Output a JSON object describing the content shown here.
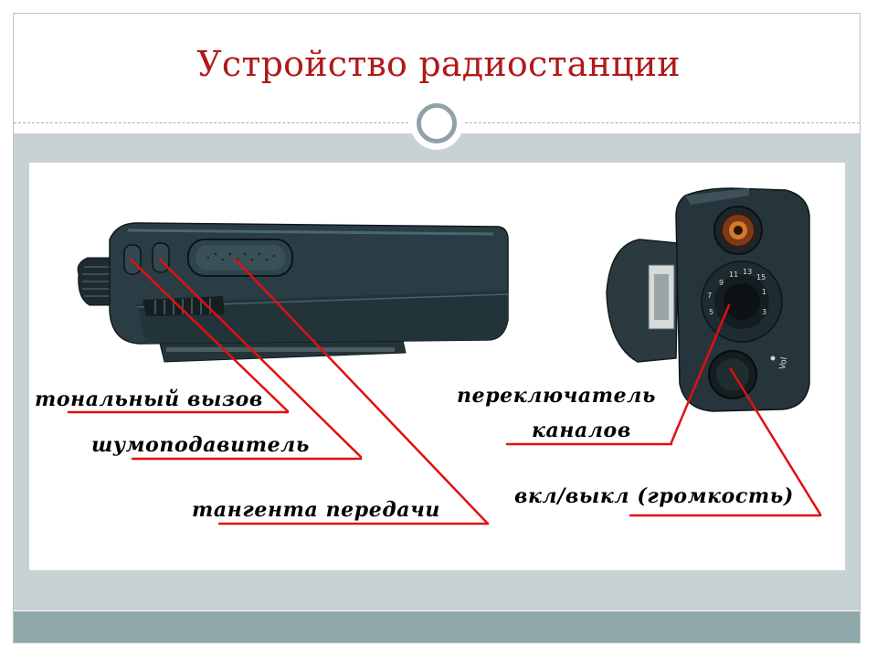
{
  "slide": {
    "title": "Устройство радиостанции"
  },
  "labels": {
    "tone_call": "тональный вызов",
    "squelch": "шумоподавитель",
    "ptt": "тангента передачи",
    "channel_switch_line1": "переключатель",
    "channel_switch_line2": "каналов",
    "power_volume": "вкл/выкл (громкость)"
  },
  "knob": {
    "markings": [
      "9",
      "11",
      "13",
      "15",
      "1",
      "3",
      "5",
      "7"
    ],
    "vol_label": "Vol"
  },
  "colors": {
    "title": "#b01a1a",
    "callout_line": "#e01010",
    "content_band": "#c8d2d4",
    "footer_band": "#8fa9aa",
    "radio_body": "#2a3d44"
  }
}
